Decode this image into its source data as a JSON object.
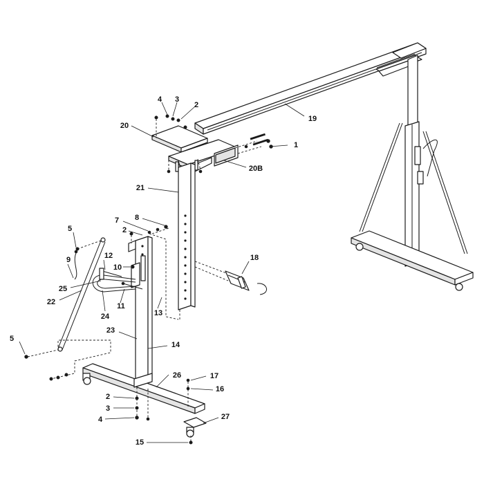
{
  "callouts": {
    "c1": "1",
    "c2a": "2",
    "c3a": "3",
    "c4a": "4",
    "c20": "20",
    "c19": "19",
    "c20b": "20B",
    "c21": "21",
    "c5a": "5",
    "c7": "7",
    "c8": "8",
    "c2b": "2",
    "c9": "9",
    "c12": "12",
    "c10": "10",
    "c18": "18",
    "c25": "25",
    "c22": "22",
    "c11": "11",
    "c24": "24",
    "c13": "13",
    "c23": "23",
    "c14": "14",
    "c5b": "5",
    "c17": "17",
    "c26": "26",
    "c16": "16",
    "c2c": "2",
    "c3b": "3",
    "c4b": "4",
    "c27": "27",
    "c15": "15"
  }
}
